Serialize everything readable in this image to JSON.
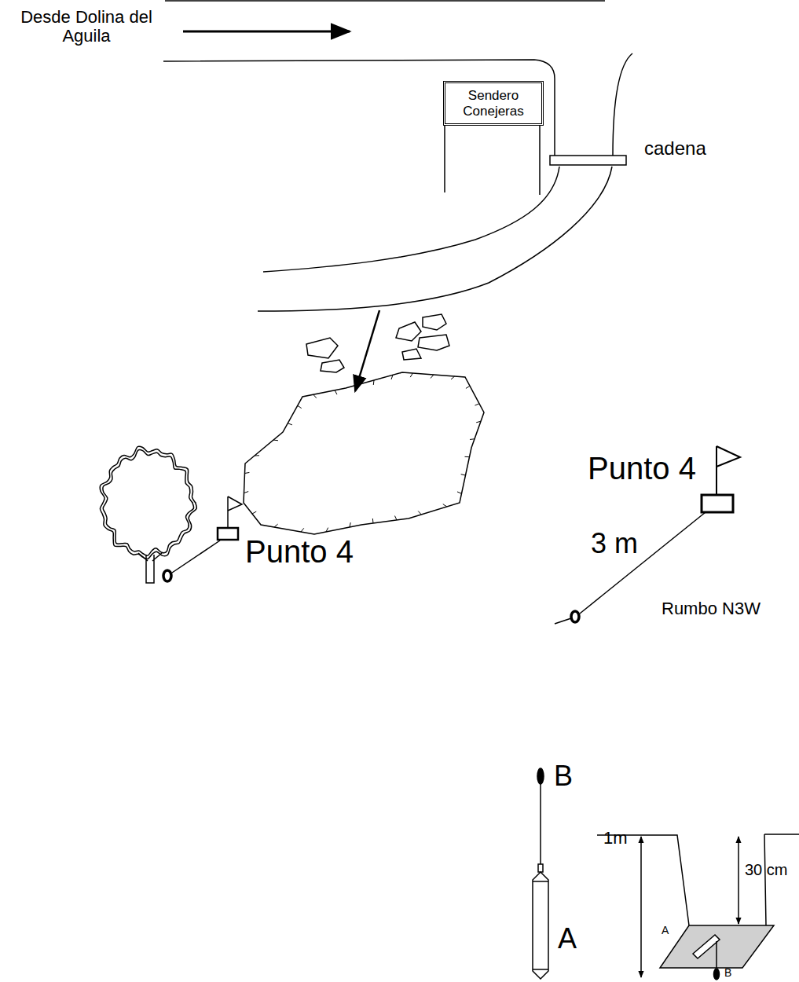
{
  "diagram": {
    "nodes": [
      {
        "text": [
          "Sendero Conejeras"
        ]
      }
    ],
    "labels": [
      "Desde Dolina del Aguila",
      "cadena",
      "Punto 4",
      "Punto 4",
      "3 m",
      "Rumbo N3W",
      "B",
      "A",
      "1m",
      "30 cm",
      "A",
      "B"
    ]
  }
}
